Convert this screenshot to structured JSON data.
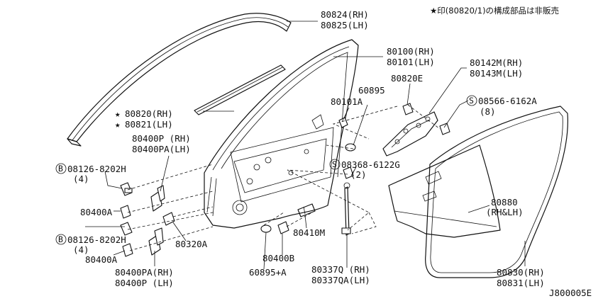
{
  "note": "★印(80820/1)の構成部品は非販売",
  "figure_code": "J800005E",
  "labels": {
    "p80824": "80824(RH)",
    "p80825": "80825(LH)",
    "p80100": "80100(RH)",
    "p80101": "80101(LH)",
    "p80142m": "80142M(RH)",
    "p80143m": "80143M(LH)",
    "p80820e": "80820E",
    "p60895": "60895",
    "p80101a": "80101A",
    "p08566": "08566-6162A",
    "p08566_qty": "(8)",
    "p80820": "80820(RH)",
    "p80821": "80821(LH)",
    "p80400p_rh": "80400P (RH)",
    "p80400pa_lh": "80400PA(LH)",
    "p08126_top": "08126-8202H",
    "p08126_top_qty": "(4)",
    "p08368": "08368-6122G",
    "p08368_qty": "(2)",
    "p80400a_top": "80400A",
    "p08126_bot": "08126-8202H",
    "p08126_bot_qty": "(4)",
    "p80320a": "80320A",
    "p80410m": "80410M",
    "p80880": "80880",
    "p80880_sub": "(RH&LH)",
    "p80400a_bot": "80400A",
    "p80400b": "80400B",
    "p80400pa_rh": "80400PA(RH)",
    "p80400p_lh": "80400P (LH)",
    "p60895a": "60895+A",
    "p80337q": "80337Q (RH)",
    "p80337qa": "80337QA(LH)",
    "p80830": "80830(RH)",
    "p80831": "80831(LH)"
  },
  "symbols": {
    "star": "★",
    "circled_s": "S",
    "circled_b": "B"
  }
}
